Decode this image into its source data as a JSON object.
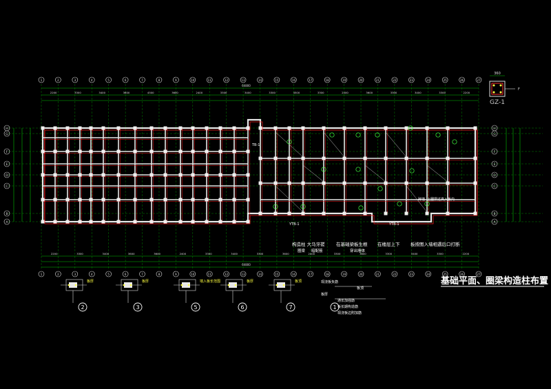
{
  "drawing": {
    "title": "基础平面、圈梁构造柱布置",
    "column_detail_label": "GZ-1",
    "column_detail_dim": "360",
    "overall_dim_top": "64800",
    "overall_dim_bottom": "64800",
    "axes_top": [
      "1",
      "2",
      "3",
      "4",
      "5",
      "6",
      "7",
      "8",
      "9",
      "10",
      "11",
      "12",
      "13",
      "14",
      "15",
      "16",
      "17",
      "18",
      "19",
      "20",
      "21",
      "22",
      "23",
      "24",
      "25",
      "26",
      "27"
    ],
    "axes_left": [
      "H",
      "G",
      "F",
      "E",
      "D",
      "C",
      "B",
      "A"
    ],
    "axes_right": [
      "H",
      "G",
      "F",
      "E",
      "D",
      "C",
      "B",
      "A"
    ],
    "dims_top": [
      "2200",
      "3300",
      "3400",
      "3600",
      "4500",
      "3600",
      "2400",
      "3300",
      "3400",
      "3300",
      "4500",
      "3300",
      "2400",
      "3600",
      "3300",
      "3400",
      "3300",
      "2200"
    ],
    "dims_bottom": [
      "2200",
      "3300",
      "3400",
      "3600",
      "3600",
      "2400",
      "3300",
      "3400",
      "3300",
      "3600",
      "2400",
      "3300",
      "3600",
      "3300",
      "3400",
      "3300",
      "2200"
    ],
    "right_notes": [
      "构造柱 大马牙搓",
      "在基础梁板生根",
      "在楼层上下",
      "板按图入墙相遇后口打断"
    ],
    "right_notes_2": [
      "圈梁",
      "暗配筋",
      "穿出墙体"
    ],
    "label_ytb": "YTB-1",
    "label_tb": "TB-1",
    "label_step": "砖墙",
    "label_roof": "上圈梁过高入板内",
    "section_markers": [
      "2",
      "3",
      "5",
      "6",
      "7",
      "1"
    ],
    "section_tags": [
      "板厚",
      "板厚",
      "墙入板长范围",
      "板厚",
      "板顶"
    ],
    "section1_lines": [
      "现浇板负筋",
      "板顶",
      "板厚",
      "通长加强筋",
      "板长期构造筋",
      "现浇板边附加筋"
    ]
  }
}
